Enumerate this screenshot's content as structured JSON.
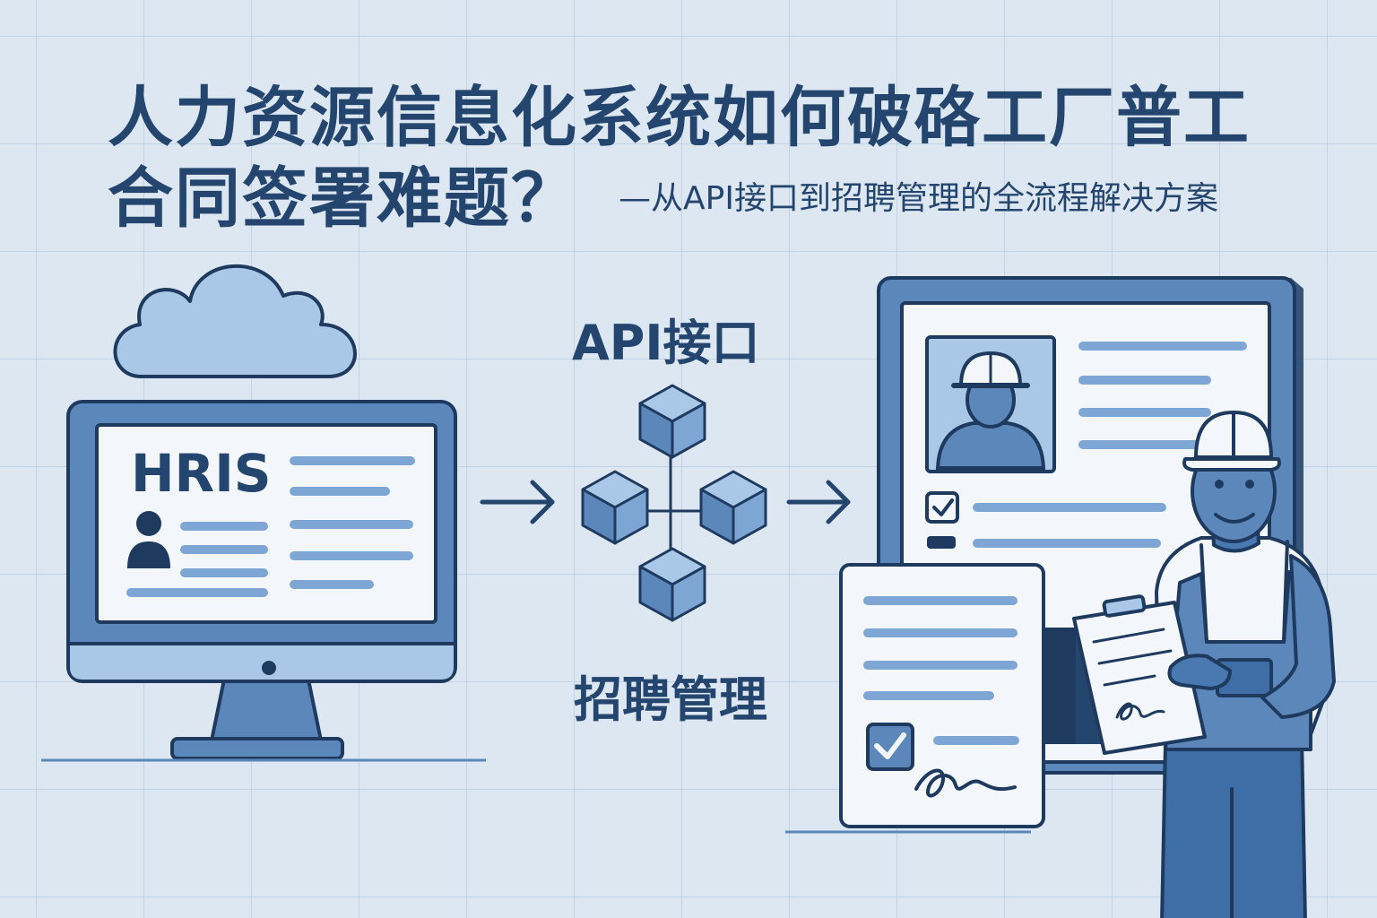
{
  "title": {
    "line1": "人力资源信息化系统如何破硌工厂普工",
    "line2": "合同签署难题？",
    "subtitle": "—从API接口到招聘管理的全流程解决方案"
  },
  "labels": {
    "hris": "HRIS",
    "api": "API接口",
    "recruit": "招聘管理"
  },
  "icons": {
    "cloud": "cloud-icon",
    "monitor": "monitor-icon",
    "user": "user-icon",
    "arrow": "arrow-right-icon",
    "api_cubes": "cube-network-icon",
    "worker": "worker-icon",
    "checkbox": "checkbox-checked-icon",
    "signature": "signature-icon",
    "contract": "contract-document-icon"
  },
  "colors": {
    "background": "#dde7f1",
    "navy": "#24456d",
    "stroke": "#1f3a5f",
    "blue_mid": "#5b87ba",
    "blue_light": "#a9c8e8",
    "line_blue": "#7ea6d4",
    "paper": "#f3f6fa"
  }
}
